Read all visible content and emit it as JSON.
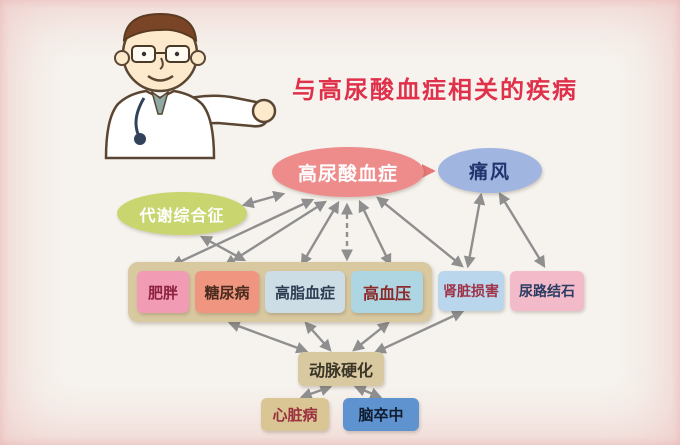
{
  "title": "与高尿酸血症相关的疾病",
  "palette": {
    "title": "#e0314b",
    "edge_arrow": "#8f8f8f",
    "cause_arrow": "#e87878",
    "group_box": "#d9c9a1",
    "background": "#f6f3ee"
  },
  "illustration": {
    "name": "doctor-cartoon"
  },
  "nodes": {
    "hyperuricemia": {
      "label": "高尿酸血症",
      "shape": "ellipse",
      "bg": "#ee8c8c",
      "fg": "#ffffff"
    },
    "gout": {
      "label": "痛风",
      "shape": "ellipse",
      "bg": "#a0b5e0",
      "fg": "#22336e"
    },
    "metabolic_syndrome": {
      "label": "代谢综合征",
      "shape": "ellipse",
      "bg": "#c9d66f",
      "fg": "#ffffff"
    },
    "obesity": {
      "label": "肥胖",
      "shape": "box",
      "bg": "#f19cb4",
      "fg": "#8c2340"
    },
    "diabetes": {
      "label": "糖尿病",
      "shape": "box",
      "bg": "#ef9580",
      "fg": "#4a2c1e"
    },
    "hyperlipidemia": {
      "label": "高脂血症",
      "shape": "box",
      "bg": "#cddde5",
      "fg": "#2c3c52"
    },
    "hypertension": {
      "label": "高血压",
      "shape": "box",
      "bg": "#aed5e2",
      "fg": "#8c2a2a"
    },
    "kidney_damage": {
      "label": "肾脏损害",
      "shape": "box",
      "bg": "#b9d6ec",
      "fg": "#a03348"
    },
    "urinary_stones": {
      "label": "尿路结石",
      "shape": "box",
      "bg": "#f3bbc9",
      "fg": "#2c3c64"
    },
    "arteriosclerosis": {
      "label": "动脉硬化",
      "shape": "box",
      "bg": "#d9c9a1",
      "fg": "#3a3526"
    },
    "heart_disease": {
      "label": "心脏病",
      "shape": "box",
      "bg": "#d9c694",
      "fg": "#9a3040"
    },
    "stroke": {
      "label": "脑卒中",
      "shape": "box",
      "bg": "#5f93cf",
      "fg": "#101c30"
    }
  },
  "edges": [
    {
      "from": "高尿酸血症",
      "to": "痛风",
      "arrow": "one-way",
      "style": "solid"
    },
    {
      "from": "高尿酸血症",
      "to": "代谢综合征",
      "arrow": "two-way",
      "style": "solid"
    },
    {
      "from": "高尿酸血症",
      "to": "肥胖",
      "arrow": "two-way",
      "style": "solid"
    },
    {
      "from": "高尿酸血症",
      "to": "糖尿病",
      "arrow": "two-way",
      "style": "solid"
    },
    {
      "from": "高尿酸血症",
      "to": "高脂血症",
      "arrow": "two-way",
      "style": "solid"
    },
    {
      "from": "高尿酸血症",
      "to": "高血压",
      "arrow": "two-way",
      "style": "solid"
    },
    {
      "from": "高尿酸血症",
      "to": "疾病组",
      "arrow": "two-way",
      "style": "dashed"
    },
    {
      "from": "高尿酸血症",
      "to": "肾脏损害",
      "arrow": "two-way",
      "style": "solid"
    },
    {
      "from": "痛风",
      "to": "肾脏损害",
      "arrow": "two-way",
      "style": "solid"
    },
    {
      "from": "痛风",
      "to": "尿路结石",
      "arrow": "two-way",
      "style": "solid"
    },
    {
      "from": "代谢综合征",
      "to": "疾病组",
      "arrow": "two-way",
      "style": "solid"
    },
    {
      "from": "糖尿病",
      "to": "动脉硬化",
      "arrow": "two-way",
      "style": "solid"
    },
    {
      "from": "高脂血症",
      "to": "动脉硬化",
      "arrow": "two-way",
      "style": "solid"
    },
    {
      "from": "高血压",
      "to": "动脉硬化",
      "arrow": "two-way",
      "style": "solid"
    },
    {
      "from": "肾脏损害",
      "to": "动脉硬化",
      "arrow": "two-way",
      "style": "solid"
    },
    {
      "from": "动脉硬化",
      "to": "心脏病",
      "arrow": "two-way",
      "style": "solid"
    },
    {
      "from": "动脉硬化",
      "to": "脑卒中",
      "arrow": "two-way",
      "style": "solid"
    }
  ]
}
